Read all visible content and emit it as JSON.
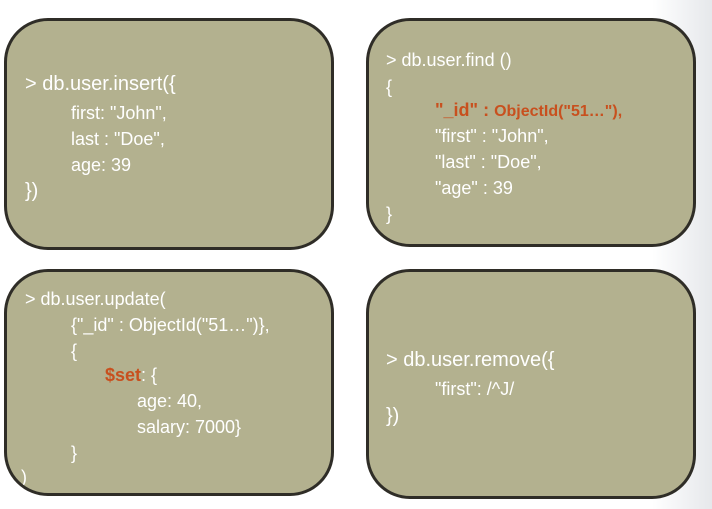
{
  "accent_color": "#c8501e",
  "panel_color": "#b3b18f",
  "panels": {
    "insert": {
      "lines": [
        "> db.user.insert({",
        "first: \"John\",",
        "last : \"Doe\",",
        "age: 39",
        "})"
      ]
    },
    "find": {
      "line0": "> db.user.find ()",
      "line1": "{",
      "id_key": "\"_id\" : ",
      "id_value": "ObjectId(\"51…\"),",
      "line3": "\"first\" : \"John\",",
      "line4": "\"last\" : \"Doe\",",
      "line5": "\"age\" : 39",
      "line6": "}"
    },
    "update": {
      "line0": "> db.user.update(",
      "line1": "{\"_id\" : ObjectId(\"51…\")},",
      "line2": "{",
      "set_key": "$set",
      "set_rest": ": {",
      "line4": "age: 40,",
      "line5": "salary: 7000}",
      "line6": "}",
      "line7": ")"
    },
    "remove": {
      "lines": [
        "> db.user.remove({",
        "\"first\": /^J/",
        "})"
      ]
    }
  }
}
